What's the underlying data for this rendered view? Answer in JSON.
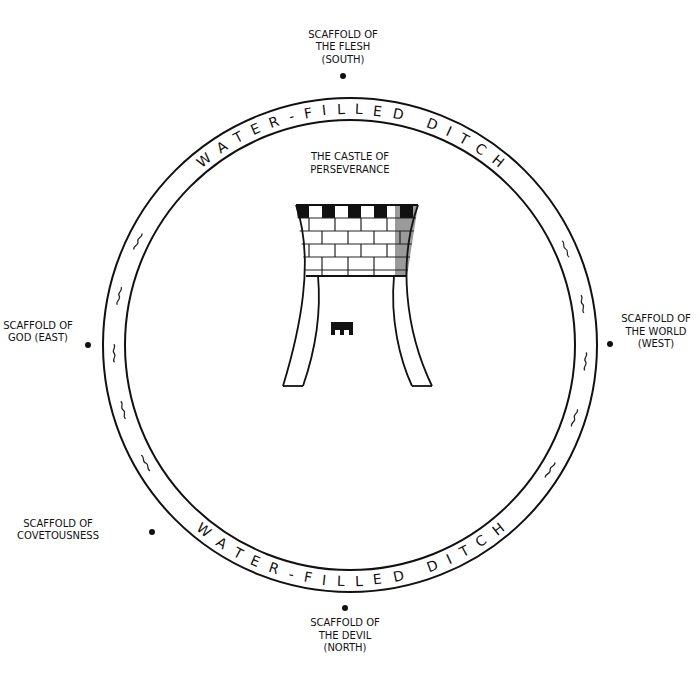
{
  "diagram": {
    "nodes": [
      {
        "text": [
          "WATER-FILLED DITCH",
          "WATER-FILLED DITCH"
        ]
      },
      {
        "text": [
          "THE CASTLE OF PERSEVERANCE"
        ],
        "in": 0
      }
    ],
    "labels": [
      "SCAFFOLD OF THE FLESH (SOUTH)",
      "SCAFFOLD OF GOD (EAST)",
      "SCAFFOLD OF THE WORLD (WEST)",
      "SCAFFOLD OF COVETOUSNESS",
      "SCAFFOLD OF THE DEVIL (NORTH)"
    ]
  }
}
